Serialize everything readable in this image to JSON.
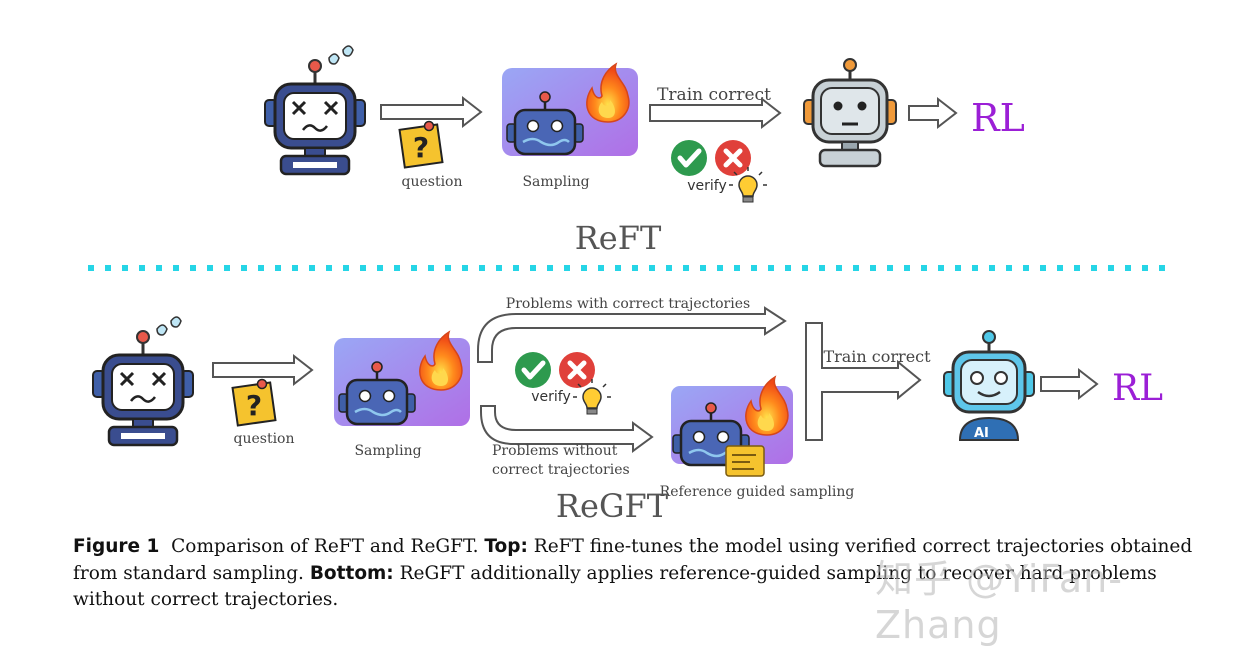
{
  "top": {
    "question_label": "question",
    "sampling_label": "Sampling",
    "train_correct": "Train correct",
    "verify_label": "verify",
    "rl_label": "RL",
    "section_title": "ReFT"
  },
  "bottom": {
    "question_label": "question",
    "sampling_label": "Sampling",
    "verify_label": "verify",
    "problems_with": "Problems with correct trajectories",
    "problems_without_1": "Problems without",
    "problems_without_2": "correct trajectories",
    "train_correct": "Train correct",
    "ref_sampling": "Reference guided sampling",
    "ai_badge": "AI",
    "rl_label": "RL",
    "section_title": "ReGFT"
  },
  "colors": {
    "divider": "#26d5e6",
    "rl": "#9b1fd6",
    "check": "#2e9a4e",
    "cross": "#e0403a",
    "sampling_gradient_start": "#9aa7f5",
    "sampling_gradient_end": "#b06fe6"
  },
  "icons": [
    "dizzy-robot-icon",
    "question-note-icon",
    "sampling-robot-icon",
    "flame-icon",
    "check-icon",
    "cross-icon",
    "lightbulb-icon",
    "neutral-robot-icon",
    "happy-ai-robot-icon",
    "document-icon",
    "arrow-icon"
  ],
  "caption": {
    "figure_label": "Figure 1",
    "text1": "  Comparison of ReFT and ReGFT. ",
    "top_label": "Top:",
    "text2": " ReFT fine-tunes the model using verified correct trajectories obtained from standard sampling. ",
    "bottom_label": "Bottom:",
    "text3": " ReGFT additionally applies reference-guided sampling to recover hard problems without correct trajectories."
  },
  "watermark": "知乎 @YiFan-Zhang"
}
